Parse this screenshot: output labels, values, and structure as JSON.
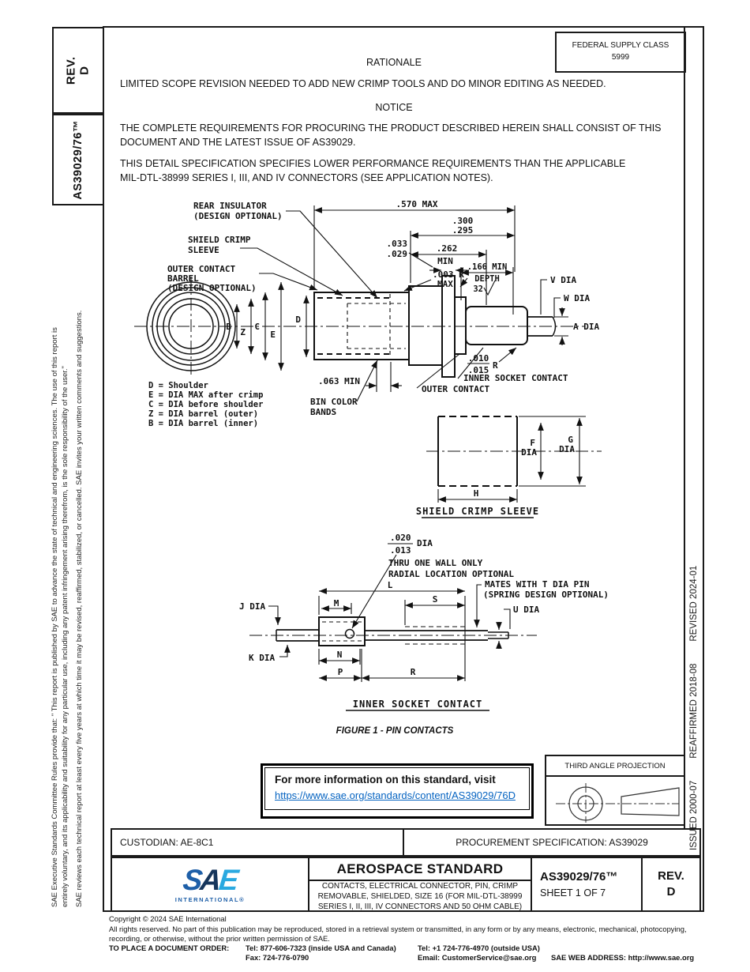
{
  "left_bar": {
    "rev": "REV.\nD",
    "doc_number": "AS39029/76™",
    "disclaimer_1": "SAE Executive Standards Committee Rules provide that: \" This report is published by SAE to advance the state of technical and engineering sciences. The use of this report is\nentirely voluntary, and its applicability and suitability for any particular use, including any patent infringement arising therefrom, is the sole responsibility of the user.\"",
    "disclaimer_2": "SAE reviews each technical report at least every five years at which time it may be revised, reaffirmed, stabilized, or cancelled. SAE invites your written comments and suggestions."
  },
  "header": {
    "fsc_label": "FEDERAL SUPPLY CLASS",
    "fsc_value": "5999",
    "rationale_title": "RATIONALE",
    "rationale_text": "LIMITED SCOPE REVISION NEEDED TO ADD NEW CRIMP TOOLS AND DO MINOR EDITING AS NEEDED.",
    "notice_title": "NOTICE",
    "notice_p1": "THE COMPLETE REQUIREMENTS FOR PROCURING THE PRODUCT DESCRIBED HEREIN SHALL CONSIST OF THIS\nDOCUMENT AND THE LATEST ISSUE OF AS39029.",
    "notice_p2": "THIS DETAIL SPECIFICATION SPECIFIES LOWER PERFORMANCE REQUIREMENTS THAN THE APPLICABLE\nMIL-DTL-38999 SERIES I, III, AND IV CONNECTORS (SEE APPLICATION NOTES)."
  },
  "drawing": {
    "figure_caption": "FIGURE 1 - PIN CONTACTS",
    "labels": {
      "rear_insulator_1": "REAR INSULATOR",
      "rear_insulator_2": "(DESIGN OPTIONAL)",
      "shield_crimp_1": "SHIELD CRIMP",
      "shield_crimp_2": "SLEEVE",
      "outer_barrel_1": "OUTER CONTACT",
      "outer_barrel_2": "BARREL",
      "outer_barrel_3": "(DESIGN OPTIONAL)",
      "dim_570": ".570 MAX",
      "dim_300": ".300",
      "dim_295": ".295",
      "dim_262": ".262",
      "min_word": "MIN",
      "dim_033": ".033",
      "dim_029": ".029",
      "dim_003r": ".003 R",
      "max_word": "MAX",
      "dim_166": ".166 MIN",
      "depth_word": "DEPTH",
      "finish_32": "32",
      "v_dia": "V DIA",
      "w_dia": "W DIA",
      "a_dia": "A DIA",
      "dim_010": ".010",
      "dim_015": ".015",
      "r_letter": "R",
      "inner_socket_contact": "INNER SOCKET CONTACT",
      "outer_contact": "OUTER CONTACT",
      "dim_063": ".063 MIN",
      "bin_color_1": "BIN COLOR",
      "bin_color_2": "BANDS",
      "legend_d": "D = Shoulder",
      "legend_e": "E = DIA MAX after crimp",
      "legend_c": "C = DIA before shoulder",
      "legend_z": "Z = DIA barrel (outer)",
      "legend_b": "B = DIA barrel (inner)",
      "letter_b": "B",
      "letter_z": "Z",
      "letter_c": "C",
      "letter_e": "E",
      "letter_d": "D",
      "letter_f": "F",
      "letter_g": "G",
      "dia_word": "DIA",
      "letter_h": "H",
      "sleeve_caption": "SHIELD CRIMP SLEEVE",
      "dim_020": ".020",
      "dim_013": ".013",
      "thru_wall": "THRU ONE WALL ONLY",
      "radial": "RADIAL LOCATION OPTIONAL",
      "mates_1": "MATES WITH T DIA PIN",
      "mates_2": "(SPRING DESIGN OPTIONAL)",
      "u_dia": "U DIA",
      "j_dia": "J DIA",
      "k_dia": "K DIA",
      "letter_l": "L",
      "letter_m": "M",
      "letter_s": "S",
      "letter_n": "N",
      "letter_p": "P",
      "letter_r": "R"
    }
  },
  "right_bar": {
    "items": [
      "ISSUED 2000-07",
      "REAFFIRMED 2018-08",
      "REVISED 2024-01"
    ]
  },
  "info_box": {
    "text": "For more information on this standard, visit",
    "link": "https://www.sae.org/standards/content/AS39029/76D"
  },
  "projection": {
    "title": "THIRD ANGLE PROJECTION"
  },
  "footer": {
    "custodian": "CUSTODIAN: AE-8C1",
    "procurement": "PROCUREMENT SPECIFICATION: AS39029",
    "logo": {
      "s": "S",
      "a": "A",
      "e": "E",
      "sub": "INTERNATIONAL®"
    },
    "title": "AEROSPACE STANDARD",
    "subtitle": "CONTACTS, ELECTRICAL CONNECTOR, PIN, CRIMP\nREMOVABLE, SHIELDED, SIZE 16 (FOR MIL-DTL-38999\nSERIES I, II, III, IV CONNECTORS AND 50 OHM CABLE)",
    "doc_number": "AS39029/76™",
    "sheet": "SHEET 1 OF 7",
    "rev": "REV.\nD"
  },
  "copyright": {
    "line1": "Copyright © 2024 SAE International",
    "line2": "All rights reserved. No part of this publication may be reproduced, stored in a retrieval system or transmitted, in any form or by any means, electronic, mechanical, photocopying,\nrecording, or otherwise, without the prior written permission of SAE.",
    "order_label": "TO PLACE A DOCUMENT ORDER:",
    "tel_inside": "Tel: 877-606-7323 (inside USA and Canada)",
    "tel_outside": "Tel: +1 724-776-4970 (outside USA)",
    "fax": "Fax: 724-776-0790",
    "email": "Email: CustomerService@sae.org",
    "web": "SAE WEB ADDRESS: http://www.sae.org"
  }
}
